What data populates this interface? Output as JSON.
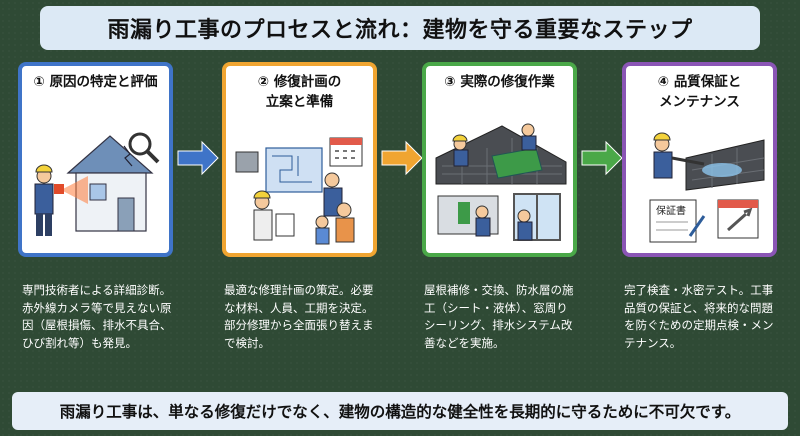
{
  "title": "雨漏り工事のプロセスと流れ：建物を守る重要なステップ",
  "steps": [
    {
      "number": "①",
      "heading_line1": "原因の特定と評価",
      "heading_line2": "",
      "description": "専門技術者による詳細診断。赤外線カメラ等で見えない原因（屋根損傷、排水不具合、ひび割れ等）も発見。",
      "border_color": "#3f74c8"
    },
    {
      "number": "②",
      "heading_line1": "修復計画の",
      "heading_line2": "立案と準備",
      "description": "最適な修理計画の策定。必要な材料、人員、工期を決定。部分修理から全面張り替えまで検討。",
      "border_color": "#f0a531"
    },
    {
      "number": "③",
      "heading_line1": "実際の修復作業",
      "heading_line2": "",
      "description": "屋根補修・交換、防水層の施工（シート・液体）、窓周りシーリング、排水システム改善などを実施。",
      "border_color": "#4aa848"
    },
    {
      "number": "④",
      "heading_line1": "品質保証と",
      "heading_line2": "メンテナンス",
      "description": "完了検査・水密テスト。工事品質の保証と、将来的な問題を防ぐための定期点検・メンテナンス。",
      "border_color": "#8a55b5"
    }
  ],
  "arrow_colors": [
    "#3f74c8",
    "#f0a531",
    "#4aa848"
  ],
  "warranty_label": "保証書",
  "footer": "雨漏り工事は、単なる修復だけでなく、建物の構造的な健全性を長期的に守るために不可欠です。"
}
